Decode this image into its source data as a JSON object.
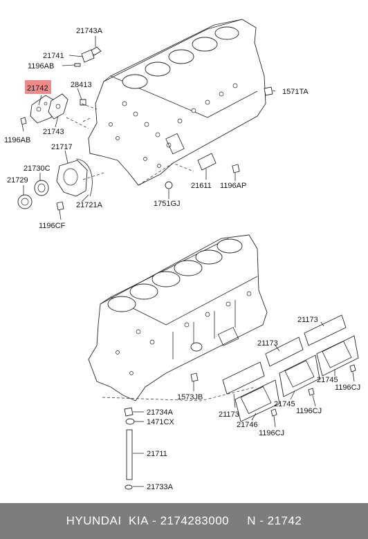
{
  "highlight_color": "#f08a8a",
  "footer_bg": "#7d7d7d",
  "labels": {
    "p21743A": "21743A",
    "p21741": "21741",
    "p1196AB_top": "1196AB",
    "p21742": "21742",
    "p28413": "28413",
    "p1571TA": "1571TA",
    "p1196AB_left": "1196AB",
    "p21743": "21743",
    "p21717": "21717",
    "p21730C": "21730C",
    "p21729": "21729",
    "p21721A": "21721A",
    "p1196CF": "1196CF",
    "p21611": "21611",
    "p1196AP": "1196AP",
    "p1751GJ": "1751GJ",
    "p21173_a": "21173",
    "p21173_b": "21173",
    "p21173_c": "21173",
    "p21745_a": "21745",
    "p21745_b": "21745",
    "p1196CJ_a": "1196CJ",
    "p1196CJ_b": "1196CJ",
    "p1196CJ_c": "1196CJ",
    "p21746": "21746",
    "p1573JB": "1573JB",
    "p21734A": "21734A",
    "p1471CX": "1471CX",
    "p21711": "21711",
    "p21733A": "21733A"
  },
  "footer": {
    "brand": "HYUNDAI  KIA",
    "part_number": "2174283000",
    "ref": "N - 21742"
  }
}
